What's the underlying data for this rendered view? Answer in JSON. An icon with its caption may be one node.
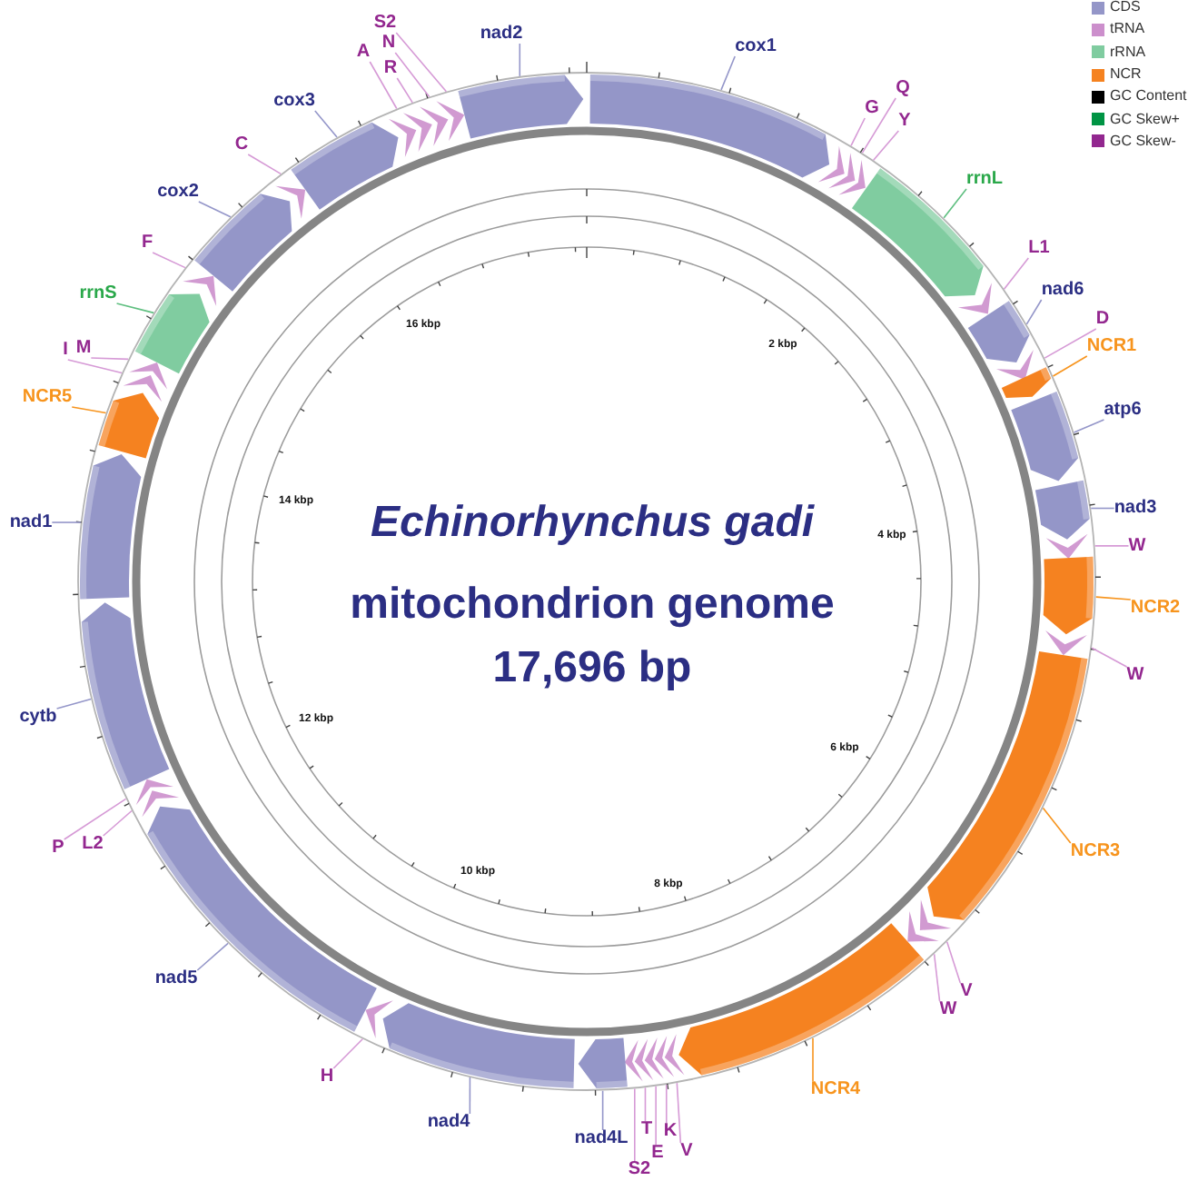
{
  "diagram": {
    "nodes": [
      {
        "text": [
          "cox1"
        ]
      },
      {
        "text": [],
        "shape": "arrow"
      },
      {
        "text": [
          "G"
        ]
      },
      {
        "text": [],
        "shape": "chevron"
      },
      {
        "text": [
          "Q"
        ]
      },
      {
        "text": [],
        "shape": "chevron"
      },
      {
        "text": [
          "Y"
        ]
      },
      {
        "text": [],
        "shape": "chevron"
      },
      {
        "text": [
          "rrnL"
        ]
      },
      {
        "text": [],
        "shape": "arrow"
      },
      {
        "text": [
          "L1"
        ]
      },
      {
        "text": [],
        "shape": "chevron"
      },
      {
        "text": [
          "nad6"
        ]
      },
      {
        "text": [],
        "shape": "arrow"
      },
      {
        "text": [
          "D"
        ]
      },
      {
        "text": [],
        "shape": "chevron"
      },
      {
        "text": [
          "NCR1"
        ]
      },
      {
        "text": [],
        "shape": "arrow"
      },
      {
        "text": [
          "atp6"
        ]
      },
      {
        "text": [],
        "shape": "arrow"
      },
      {
        "text": [
          "nad3"
        ]
      },
      {
        "text": [],
        "shape": "arrow"
      },
      {
        "text": [
          "W"
        ]
      },
      {
        "text": [],
        "shape": "chevron"
      },
      {
        "text": [
          "NCR2"
        ]
      },
      {
        "text": [],
        "shape": "arrow"
      },
      {
        "text": [
          "W"
        ]
      },
      {
        "text": [],
        "shape": "chevron"
      },
      {
        "text": [
          "NCR3"
        ]
      },
      {
        "text": [],
        "shape": "arrow"
      },
      {
        "text": [
          "V"
        ]
      },
      {
        "text": [],
        "shape": "chevron"
      },
      {
        "text": [
          "W"
        ]
      },
      {
        "text": [],
        "shape": "chevron"
      },
      {
        "text": [
          "NCR4"
        ]
      },
      {
        "text": [],
        "shape": "arrow"
      },
      {
        "text": [
          "V"
        ]
      },
      {
        "text": [],
        "shape": "chevron"
      },
      {
        "text": [
          "K"
        ]
      },
      {
        "text": [],
        "shape": "chevron"
      },
      {
        "text": [
          "E"
        ]
      },
      {
        "text": [],
        "shape": "chevron"
      },
      {
        "text": [
          "T"
        ]
      },
      {
        "text": [],
        "shape": "chevron"
      },
      {
        "text": [
          "S2"
        ]
      },
      {
        "text": [],
        "shape": "chevron"
      },
      {
        "text": [
          "nad4L"
        ]
      },
      {
        "text": [],
        "shape": "arrow"
      },
      {
        "text": [
          "nad4"
        ]
      },
      {
        "text": [],
        "shape": "arrow"
      },
      {
        "text": [
          "H"
        ]
      },
      {
        "text": [],
        "shape": "chevron"
      },
      {
        "text": [
          "nad5"
        ]
      },
      {
        "text": [],
        "shape": "arrow"
      },
      {
        "text": [
          "L2"
        ]
      },
      {
        "text": [],
        "shape": "chevron"
      },
      {
        "text": [
          "P"
        ]
      },
      {
        "text": [],
        "shape": "chevron"
      },
      {
        "text": [
          "cytb"
        ]
      },
      {
        "text": [],
        "shape": "arrow"
      },
      {
        "text": [
          "nad1"
        ]
      },
      {
        "text": [],
        "shape": "arrow"
      },
      {
        "text": [
          "NCR5"
        ]
      },
      {
        "text": [],
        "shape": "arrow"
      },
      {
        "text": [
          "I"
        ]
      },
      {
        "text": [],
        "shape": "chevron"
      },
      {
        "text": [
          "M"
        ]
      },
      {
        "text": [],
        "shape": "chevron"
      },
      {
        "text": [
          "rrnS"
        ]
      },
      {
        "text": [],
        "shape": "arrow"
      },
      {
        "text": [
          "F"
        ]
      },
      {
        "text": [],
        "shape": "chevron"
      },
      {
        "text": [
          "cox2"
        ]
      },
      {
        "text": [],
        "shape": "arrow"
      },
      {
        "text": [
          "C"
        ]
      },
      {
        "text": [],
        "shape": "chevron"
      },
      {
        "text": [
          "cox3"
        ]
      },
      {
        "text": [],
        "shape": "arrow"
      },
      {
        "text": [
          "A"
        ]
      },
      {
        "text": [],
        "shape": "chevron"
      },
      {
        "text": [
          "R"
        ]
      },
      {
        "text": [],
        "shape": "chevron"
      },
      {
        "text": [
          "N"
        ]
      },
      {
        "text": [],
        "shape": "chevron"
      },
      {
        "text": [
          "S2"
        ]
      },
      {
        "text": [],
        "shape": "chevron"
      },
      {
        "text": [
          "nad2"
        ]
      },
      {
        "text": [],
        "shape": "arrow"
      }
    ],
    "edges": [
      {
        "from": 0,
        "to": 1,
        "arrow": "none",
        "color": "#9496c9"
      },
      {
        "from": 2,
        "to": 3,
        "arrow": "none"
      },
      {
        "from": 4,
        "to": 5,
        "arrow": "none"
      },
      {
        "from": 6,
        "to": 7,
        "arrow": "none"
      },
      {
        "from": 8,
        "to": 9,
        "arrow": "none",
        "color": "#5fbf80"
      },
      {
        "from": 10,
        "to": 11,
        "arrow": "none"
      },
      {
        "from": 12,
        "to": 13,
        "arrow": "none",
        "color": "#9496c9"
      },
      {
        "from": 14,
        "to": 15,
        "arrow": "none"
      },
      {
        "from": 16,
        "to": 17,
        "arrow": "none",
        "color": "#f7941d"
      },
      {
        "from": 18,
        "to": 19,
        "arrow": "none",
        "color": "#9496c9"
      },
      {
        "from": 20,
        "to": 21,
        "arrow": "none",
        "color": "#9496c9"
      },
      {
        "from": 22,
        "to": 23,
        "arrow": "none"
      },
      {
        "from": 24,
        "to": 25,
        "arrow": "none",
        "color": "#f7941d"
      },
      {
        "from": 26,
        "to": 27,
        "arrow": "none"
      },
      {
        "from": 28,
        "to": 29,
        "arrow": "none",
        "color": "#f7941d"
      },
      {
        "from": 30,
        "to": 31,
        "arrow": "none"
      },
      {
        "from": 32,
        "to": 33,
        "arrow": "none"
      },
      {
        "from": 34,
        "to": 35,
        "arrow": "none",
        "color": "#f7941d"
      },
      {
        "from": 36,
        "to": 37,
        "arrow": "none"
      },
      {
        "from": 38,
        "to": 39,
        "arrow": "none"
      },
      {
        "from": 40,
        "to": 41,
        "arrow": "none"
      },
      {
        "from": 42,
        "to": 43,
        "arrow": "none"
      },
      {
        "from": 44,
        "to": 45,
        "arrow": "none"
      },
      {
        "from": 46,
        "to": 47,
        "arrow": "none",
        "color": "#9496c9"
      },
      {
        "from": 48,
        "to": 49,
        "arrow": "none",
        "color": "#9496c9"
      },
      {
        "from": 50,
        "to": 51,
        "arrow": "none"
      },
      {
        "from": 52,
        "to": 53,
        "arrow": "none",
        "color": "#9496c9"
      },
      {
        "from": 54,
        "to": 55,
        "arrow": "none"
      },
      {
        "from": 56,
        "to": 57,
        "arrow": "none"
      },
      {
        "from": 58,
        "to": 59,
        "arrow": "none",
        "color": "#9496c9"
      },
      {
        "from": 60,
        "to": 61,
        "arrow": "none",
        "color": "#9496c9"
      },
      {
        "from": 62,
        "to": 63,
        "arrow": "none",
        "color": "#f7941d"
      },
      {
        "from": 64,
        "to": 65,
        "arrow": "none"
      },
      {
        "from": 66,
        "to": 67,
        "arrow": "none"
      },
      {
        "from": 68,
        "to": 69,
        "arrow": "none",
        "color": "#5fbf80"
      },
      {
        "from": 70,
        "to": 71,
        "arrow": "none"
      },
      {
        "from": 72,
        "to": 73,
        "arrow": "none",
        "color": "#9496c9"
      },
      {
        "from": 74,
        "to": 75,
        "arrow": "none"
      },
      {
        "from": 76,
        "to": 77,
        "arrow": "none",
        "color": "#9496c9"
      },
      {
        "from": 78,
        "to": 79,
        "arrow": "none"
      },
      {
        "from": 80,
        "to": 81,
        "arrow": "none"
      },
      {
        "from": 82,
        "to": 83,
        "arrow": "none"
      },
      {
        "from": 84,
        "to": 85,
        "arrow": "none"
      },
      {
        "from": 86,
        "to": 87,
        "arrow": "none",
        "color": "#9496c9"
      }
    ],
    "labels": [
      "Echinorhynchus gadi",
      "mitochondrion genome",
      "17,696 bp",
      "2 kbp",
      "4 kbp",
      "6 kbp",
      "8 kbp",
      "10 kbp",
      "12 kbp",
      "14 kbp",
      "16 kbp"
    ],
    "legend": [
      {
        "text": "CDS",
        "color": "#9496c8"
      },
      {
        "text": "tRNA",
        "color": "#cc8fcc"
      },
      {
        "text": "rRNA",
        "color": "#80cca0"
      },
      {
        "text": "NCR",
        "color": "#f58220"
      },
      {
        "text": "GC Content",
        "color": "#000000"
      },
      {
        "text": "GC Skew+",
        "color": "#009444"
      },
      {
        "text": "GC Skew-",
        "color": "#92278f"
      }
    ]
  }
}
